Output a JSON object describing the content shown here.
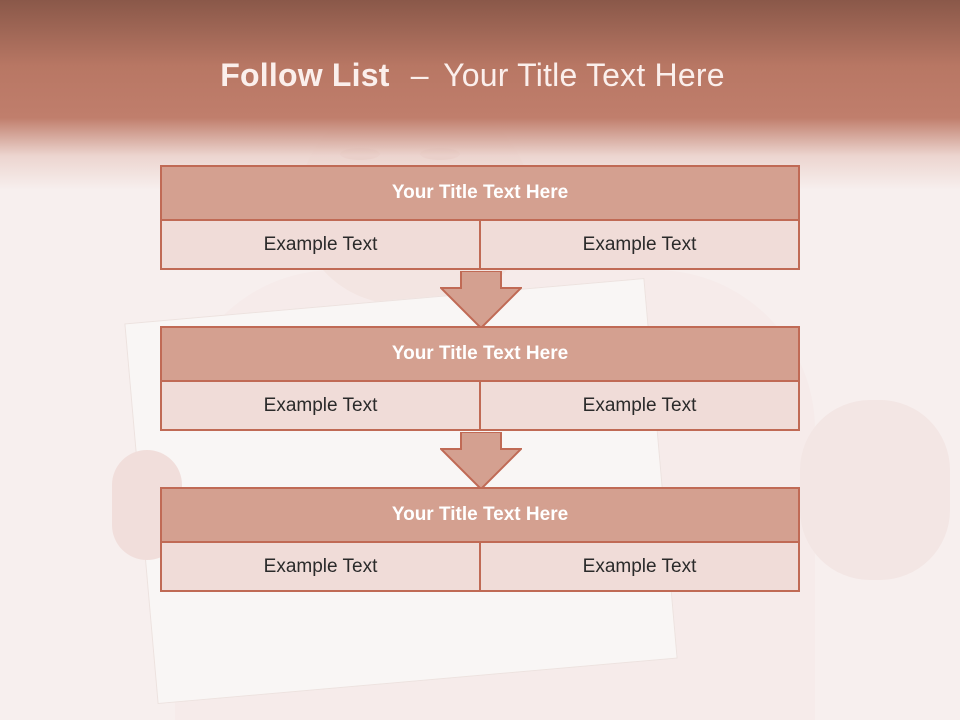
{
  "header": {
    "title_bold": "Follow List",
    "title_sep": "–",
    "title_rest": "Your Title Text Here"
  },
  "colors": {
    "box_title_bg": "#d4a090",
    "box_border": "#c06a55",
    "box_cell_bg": "#f0dcd8",
    "header_band": "#b87764"
  },
  "steps": [
    {
      "title": "Your Title Text Here",
      "left": "Example Text",
      "right": "Example Text"
    },
    {
      "title": "Your Title Text Here",
      "left": "Example Text",
      "right": "Example Text"
    },
    {
      "title": "Your Title Text Here",
      "left": "Example Text",
      "right": "Example Text"
    }
  ]
}
